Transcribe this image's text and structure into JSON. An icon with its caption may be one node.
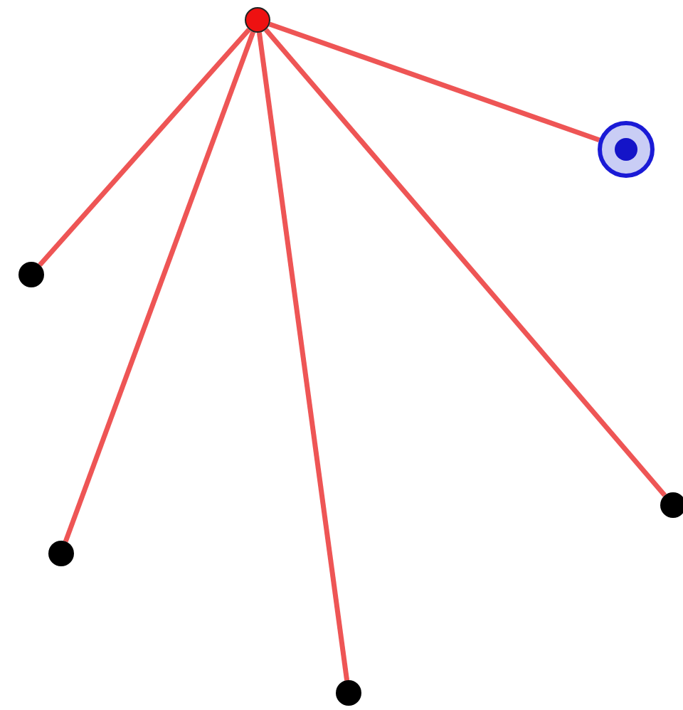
{
  "diagram": {
    "nodes": [
      {
        "text": [],
        "shape": "circle"
      },
      {
        "text": [],
        "shape": "circle"
      },
      {
        "text": [],
        "shape": "circle"
      },
      {
        "text": [],
        "shape": "circle"
      },
      {
        "text": [],
        "shape": "circle"
      },
      {
        "text": [],
        "shape": "circle"
      }
    ],
    "edges": [
      {
        "from": 0,
        "to": 1,
        "arrow": "none"
      },
      {
        "from": 0,
        "to": 2,
        "arrow": "none"
      },
      {
        "from": 0,
        "to": 3,
        "arrow": "none"
      },
      {
        "from": 0,
        "to": 4,
        "arrow": "none"
      },
      {
        "from": 0,
        "to": 5,
        "arrow": "none"
      }
    ]
  }
}
